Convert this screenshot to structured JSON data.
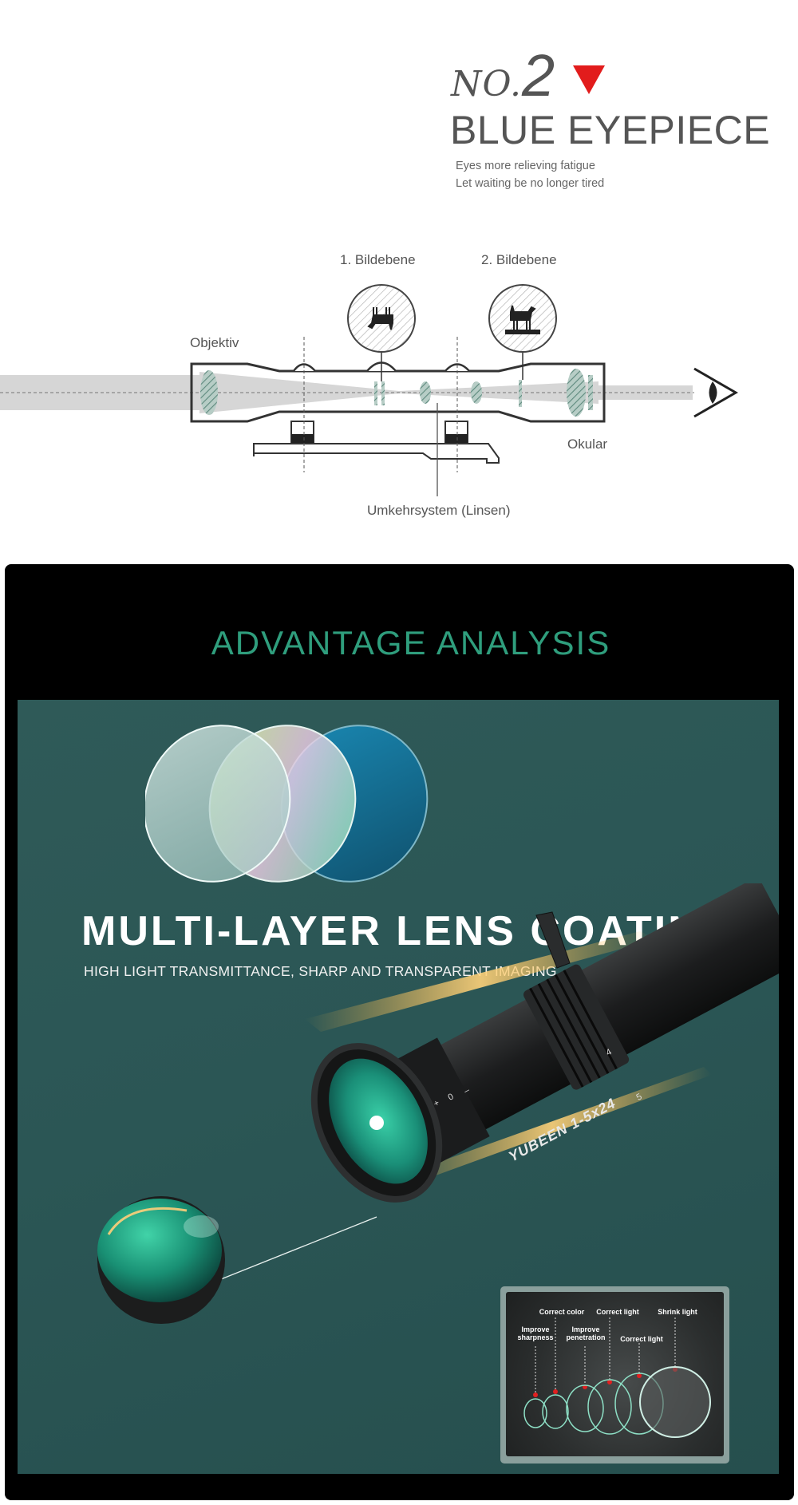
{
  "header": {
    "no_text": "NO.",
    "no_number": "2",
    "title": "BLUE EYEPIECE",
    "subtitle_lines": [
      "Eyes more relieving fatigue",
      "Let waiting be no longer tired"
    ]
  },
  "diagram": {
    "labels": {
      "first_image_plane": "1. Bildebene",
      "second_image_plane": "2. Bildebene",
      "objective": "Objektiv",
      "eyepiece": "Okular",
      "erector": "Umkehrsystem (Linsen)"
    }
  },
  "advantage": {
    "title": "ADVANTAGE ANALYSIS",
    "coating_title": "MULTI-LAYER LENS COATING",
    "coating_subtitle": "HIGH LIGHT TRANSMITTANCE, SHARP AND TRANSPARENT IMAGING",
    "scope_brand": "YUBEEN 1-5x24",
    "ring_marks": [
      "+",
      "0",
      "–",
      "4",
      "5"
    ],
    "info_box": {
      "labels": [
        "Correct color",
        "Correct light",
        "Shrink light",
        "Improve sharpness",
        "Improve penetration",
        "Correct light"
      ]
    }
  },
  "colors": {
    "accent_red": "#e21c1c",
    "title_green": "#2f9e7d",
    "teal_background": "#2b5655",
    "lens_green": "#1f9a7e"
  }
}
